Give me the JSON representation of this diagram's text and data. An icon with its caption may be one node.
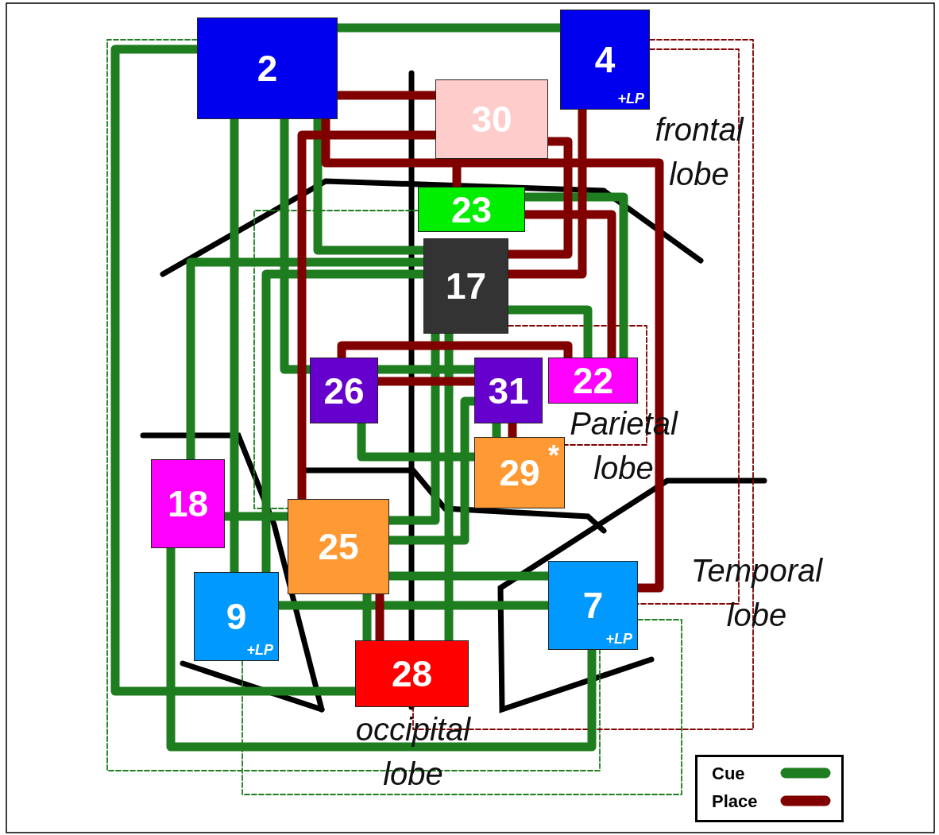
{
  "diagram": {
    "nodes": [
      {
        "text": [
          "2"
        ]
      },
      {
        "text": [
          "4",
          "+LP"
        ]
      },
      {
        "text": [
          "30"
        ]
      },
      {
        "text": [
          "23"
        ]
      },
      {
        "text": [
          "17"
        ]
      },
      {
        "text": [
          "26"
        ]
      },
      {
        "text": [
          "31"
        ]
      },
      {
        "text": [
          "22"
        ]
      },
      {
        "text": [
          "29",
          "*"
        ]
      },
      {
        "text": [
          "18"
        ]
      },
      {
        "text": [
          "25"
        ]
      },
      {
        "text": [
          "9",
          "+LP"
        ]
      },
      {
        "text": [
          "7",
          "+LP"
        ]
      },
      {
        "text": [
          "28"
        ]
      }
    ],
    "edges": [
      {
        "from": 0,
        "to": 1,
        "arrow": "none"
      },
      {
        "from": 0,
        "to": 13,
        "arrow": "none"
      },
      {
        "from": 0,
        "to": 11,
        "arrow": "none"
      },
      {
        "from": 0,
        "to": 5,
        "arrow": "none"
      },
      {
        "from": 0,
        "to": 4,
        "arrow": "none"
      },
      {
        "from": 3,
        "to": 7,
        "arrow": "none"
      },
      {
        "from": 4,
        "to": 9,
        "arrow": "none"
      },
      {
        "from": 4,
        "to": 11,
        "arrow": "none"
      },
      {
        "from": 4,
        "to": 7,
        "arrow": "none"
      },
      {
        "from": 4,
        "to": 13,
        "arrow": "none"
      },
      {
        "from": 4,
        "to": 10,
        "arrow": "none"
      },
      {
        "from": 5,
        "to": 6,
        "arrow": "none"
      },
      {
        "from": 5,
        "to": 8,
        "arrow": "none"
      },
      {
        "from": 6,
        "to": 10,
        "arrow": "none"
      },
      {
        "from": 6,
        "to": 8,
        "arrow": "none"
      },
      {
        "from": 9,
        "to": 10,
        "arrow": "none"
      },
      {
        "from": 9,
        "to": 12,
        "arrow": "none"
      },
      {
        "from": 11,
        "to": 12,
        "arrow": "none"
      },
      {
        "from": 10,
        "to": 12,
        "arrow": "none"
      },
      {
        "from": 10,
        "to": 13,
        "arrow": "none"
      },
      {
        "from": 0,
        "to": 2,
        "arrow": "none",
        "color": "#800000"
      },
      {
        "from": 0,
        "to": 12,
        "arrow": "none",
        "color": "#800000"
      },
      {
        "from": 2,
        "to": 3,
        "arrow": "none",
        "color": "#800000"
      },
      {
        "from": 2,
        "to": 4,
        "arrow": "none",
        "color": "#800000"
      },
      {
        "from": 1,
        "to": 4,
        "arrow": "none",
        "color": "#800000"
      },
      {
        "from": 2,
        "to": 10,
        "arrow": "none",
        "color": "#800000"
      },
      {
        "from": 3,
        "to": 7,
        "arrow": "none",
        "color": "#800000"
      },
      {
        "from": 5,
        "to": 7,
        "arrow": "none",
        "color": "#800000"
      },
      {
        "from": 5,
        "to": 6,
        "arrow": "none",
        "color": "#800000"
      },
      {
        "from": 6,
        "to": 8,
        "arrow": "none",
        "color": "#800000"
      },
      {
        "from": 10,
        "to": 13,
        "arrow": "none",
        "color": "#800000"
      },
      {
        "from": 0,
        "to": 12,
        "arrow": "none",
        "style": "dashed"
      },
      {
        "from": 1,
        "to": 13,
        "arrow": "none",
        "style": "dashed",
        "color": "#800000"
      },
      {
        "from": 1,
        "to": 12,
        "arrow": "none",
        "style": "dashed",
        "color": "#800000"
      },
      {
        "from": 11,
        "to": 12,
        "arrow": "none",
        "style": "dashed"
      },
      {
        "from": 3,
        "to": 10,
        "arrow": "none",
        "style": "dashed"
      },
      {
        "from": 4,
        "to": 8,
        "arrow": "none",
        "style": "dashed",
        "color": "#800000"
      }
    ],
    "labels": [
      "frontal lobe",
      "Parietal lobe",
      "Temporal lobe",
      "occipital lobe"
    ],
    "legend": [
      {
        "text": "Cue"
      },
      {
        "text": "Place"
      }
    ]
  }
}
